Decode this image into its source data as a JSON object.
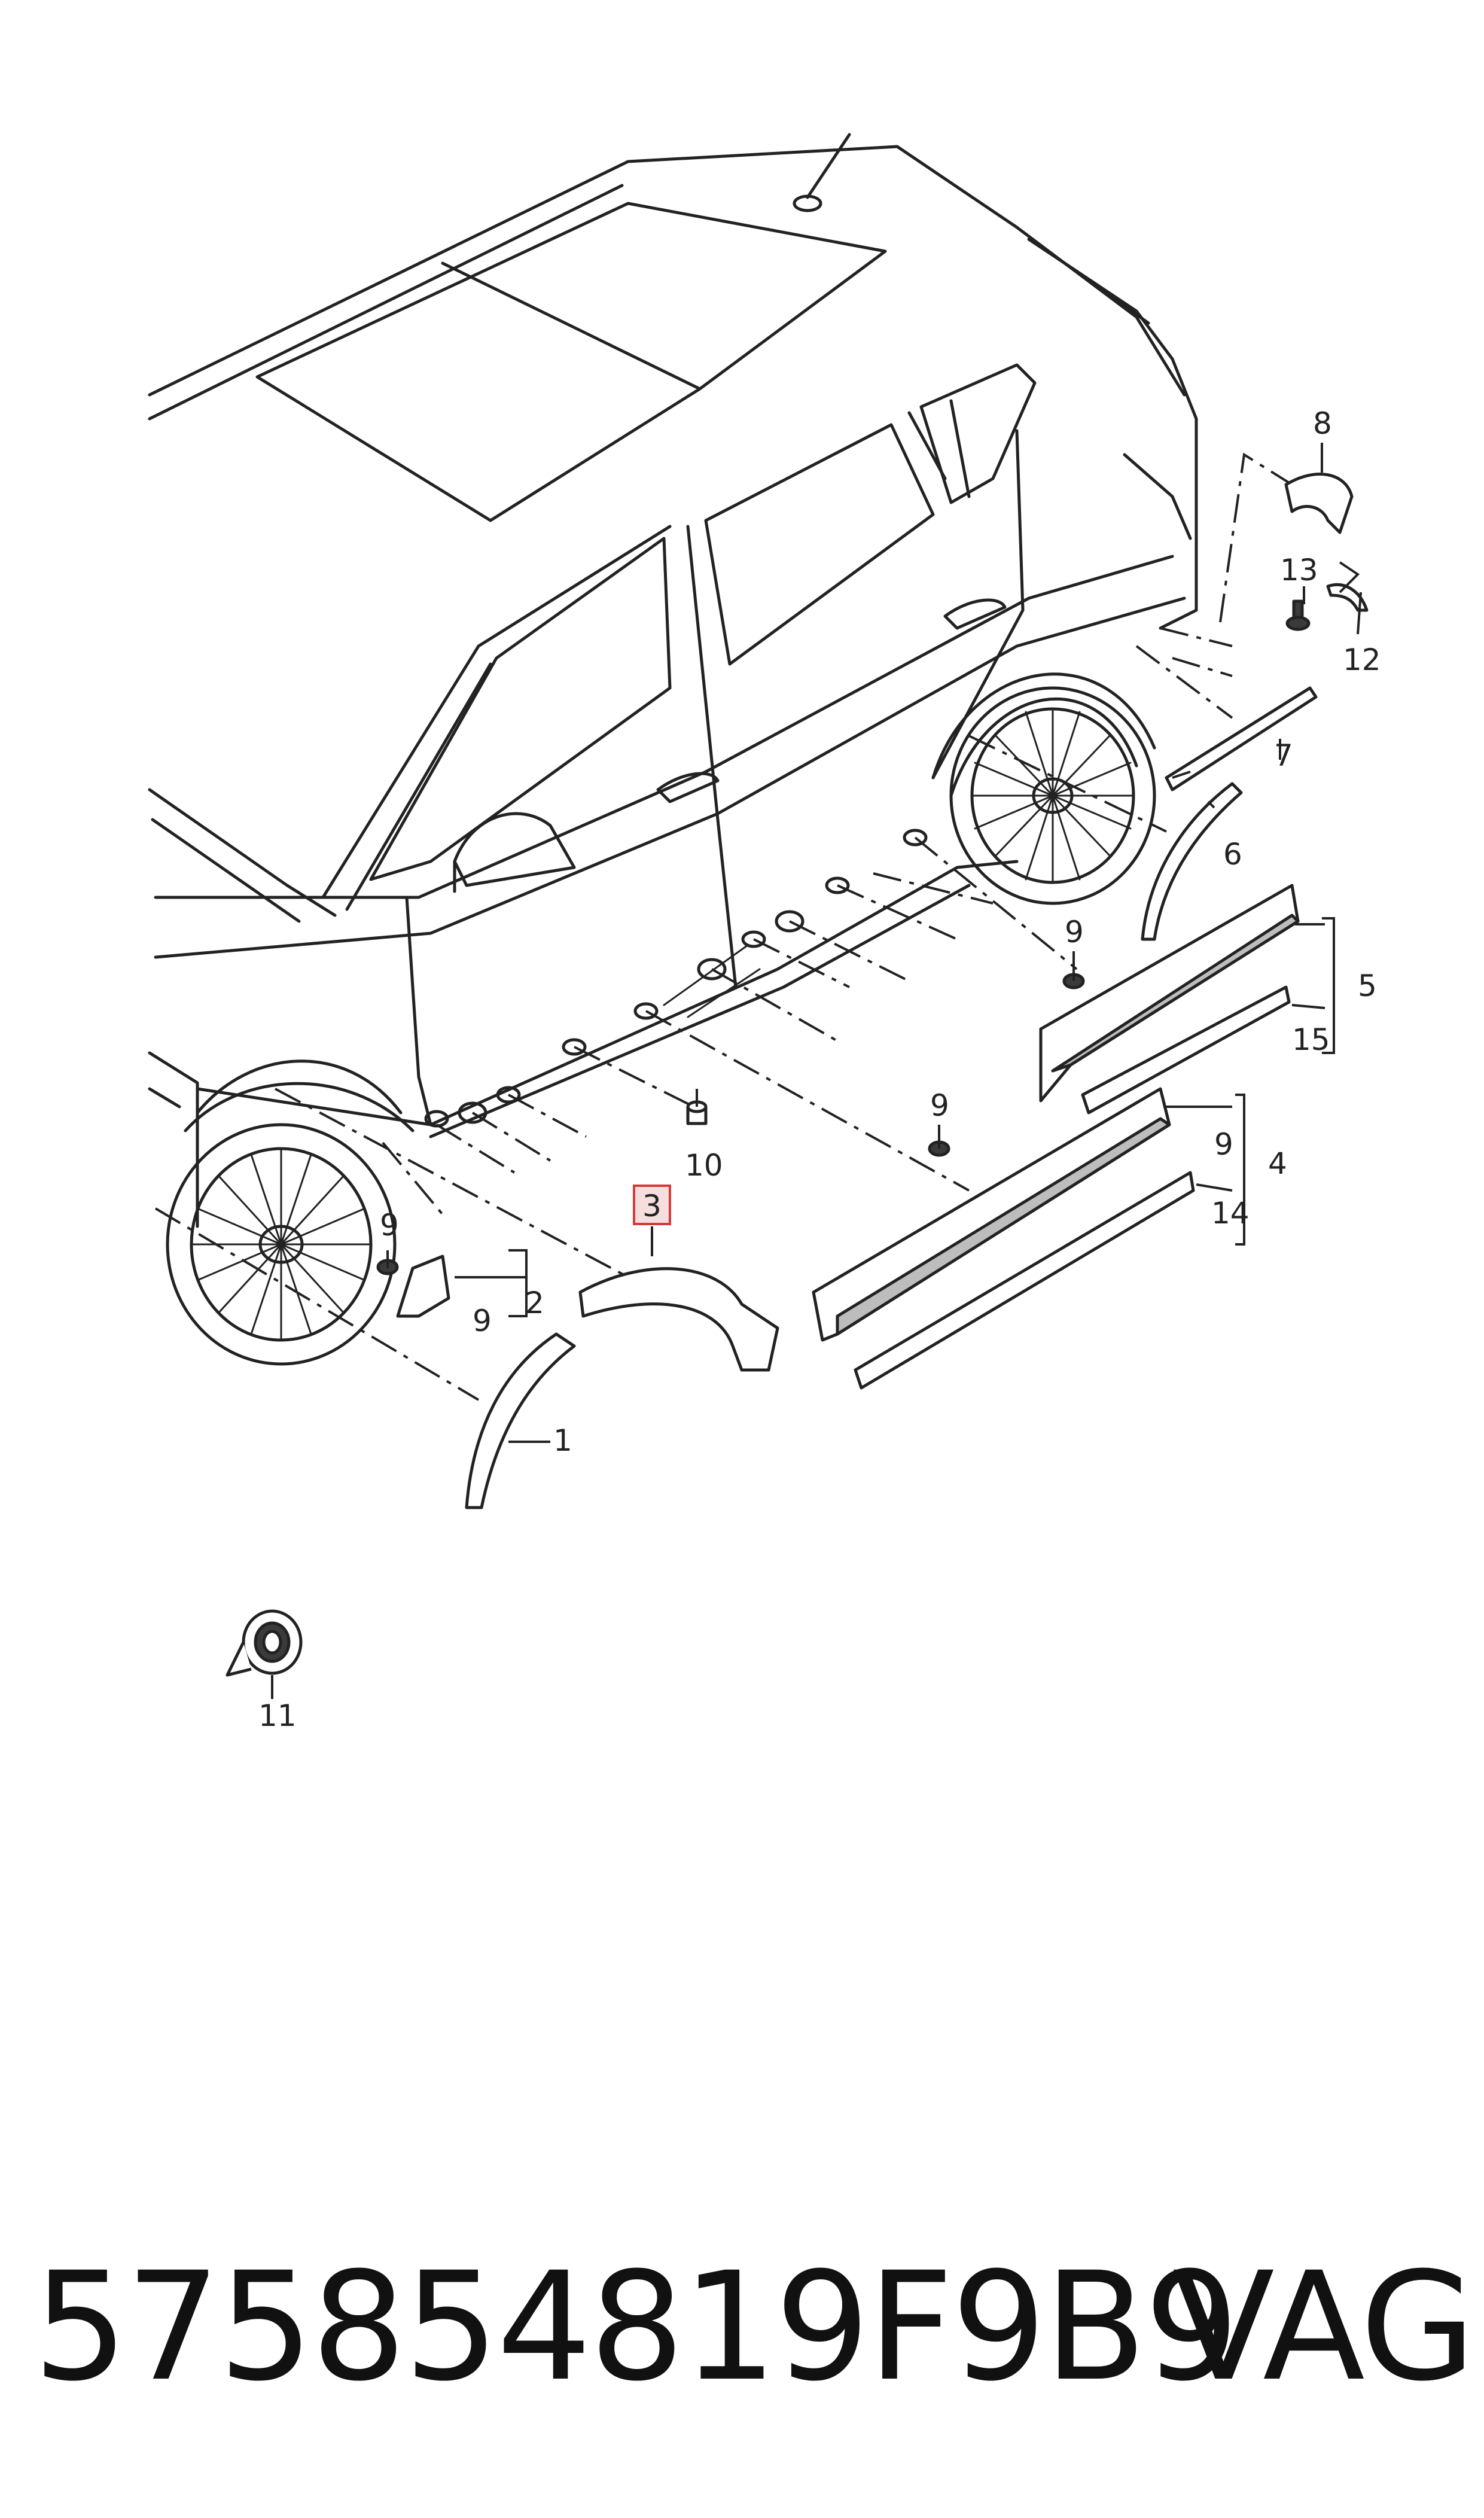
{
  "footer": {
    "part_number": "575854819F9B9",
    "brand": "VAG"
  },
  "diagram": {
    "highlighted_callout": "3",
    "callouts": {
      "c1": "1",
      "c2": "2",
      "c3": "3",
      "c4": "4",
      "c5": "5",
      "c6": "6",
      "c7": "7",
      "c8": "8",
      "c9a": "9",
      "c9b": "9",
      "c9c": "9",
      "c9d": "9",
      "c9e": "9",
      "c10": "10",
      "c11": "11",
      "c12": "12",
      "c13": "13",
      "c14": "14",
      "c15": "15"
    }
  }
}
